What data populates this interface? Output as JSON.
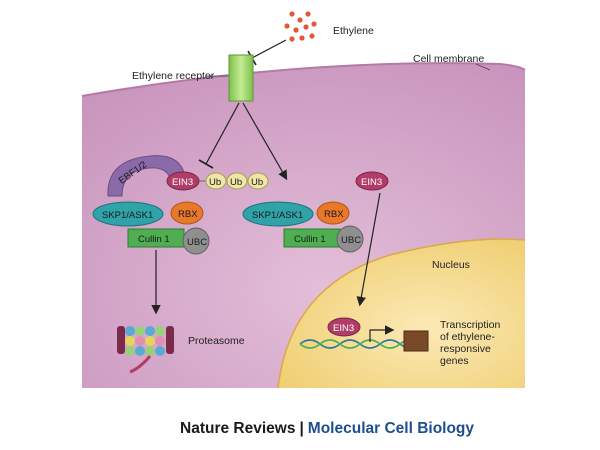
{
  "labels": {
    "ethylene": "Ethylene",
    "ethylene_receptor": "Ethylene receptor",
    "cell_membrane": "Cell membrane",
    "ebf": "EBF1/2",
    "ein3": "EIN3",
    "ub": "Ub",
    "skp": "SKP1/ASK1",
    "rbx": "RBX",
    "cullin": "Cullin 1",
    "ubc": "UBC",
    "proteasome": "Proteasome",
    "nucleus": "Nucleus",
    "transcription_lines": [
      "Transcription",
      "of ethylene-",
      "responsive",
      "genes"
    ]
  },
  "credit": {
    "journal": "Nature Reviews",
    "separator": "|",
    "subject": "Molecular Cell Biology"
  },
  "colors": {
    "cell": "#c98ab8",
    "nucleus": "#f2d27a",
    "receptor": "#9fd36a",
    "ein3": "#b23c68",
    "ub": "#efe6a6",
    "skp": "#2fa3a8",
    "rbx": "#e8782a",
    "cullin": "#4fae52",
    "ubc": "#8f8f8f",
    "ebf": "#8a6aa8",
    "promoter": "#7a4a28",
    "credit_subject": "#1f4e8c"
  }
}
